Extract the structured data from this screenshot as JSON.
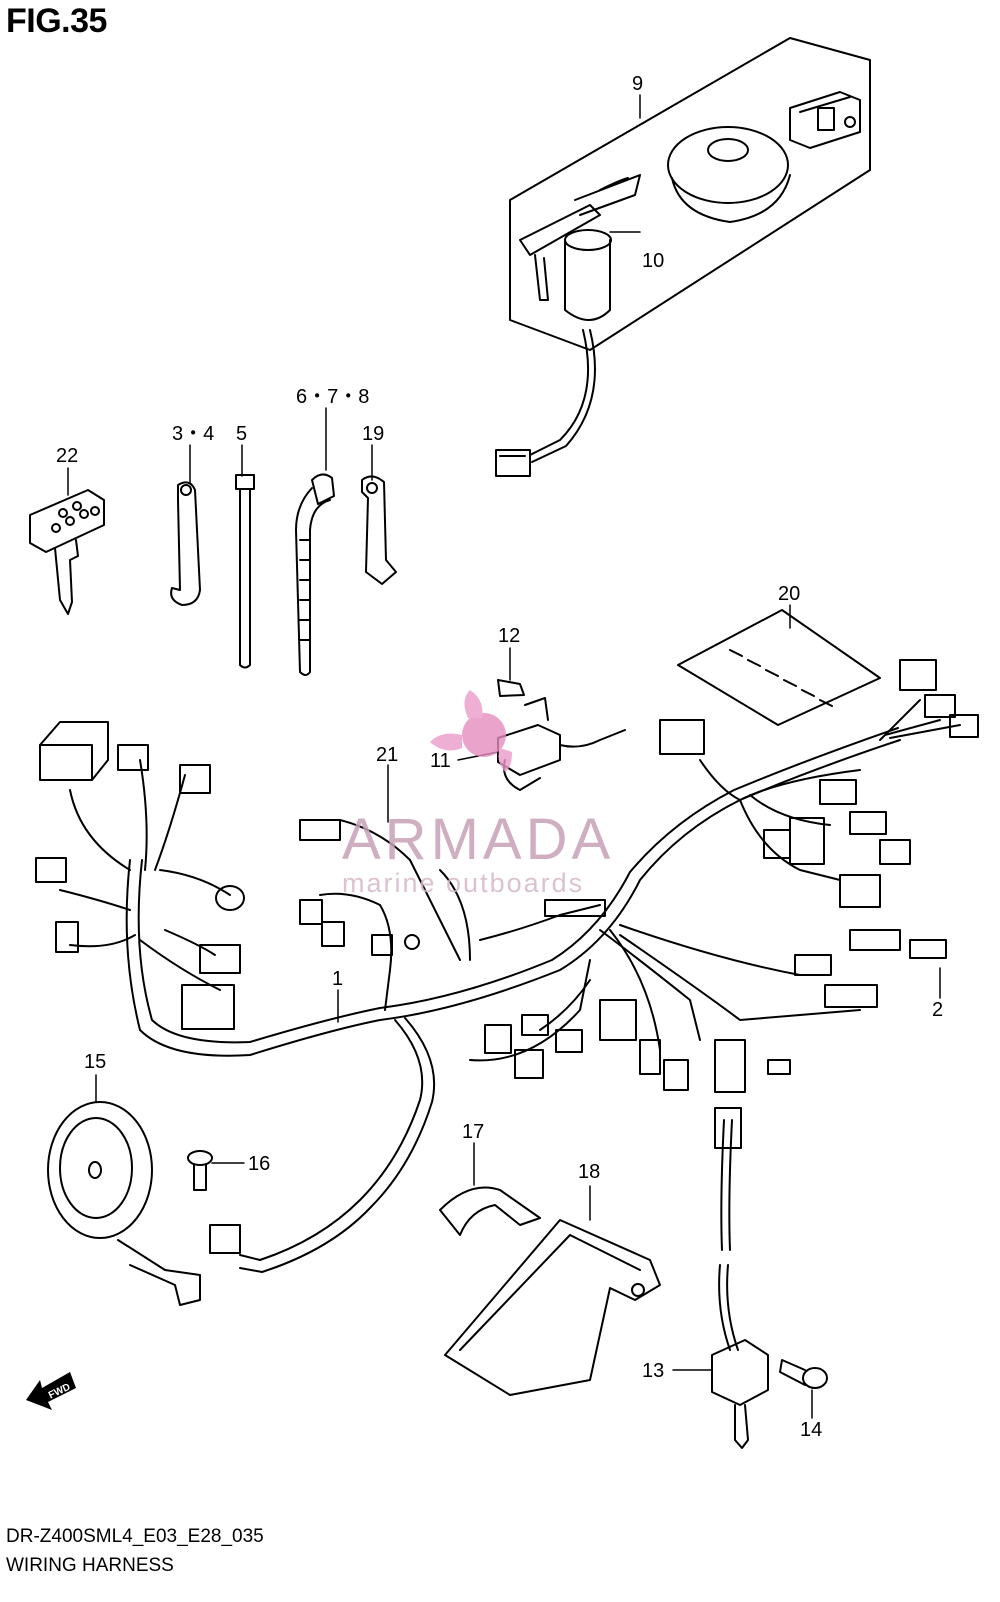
{
  "figure": {
    "title": "FIG.35",
    "code": "DR-Z400SML4_E03_E28_035",
    "name": "WIRING HARNESS",
    "fwd_label": "FWD"
  },
  "watermark": {
    "brand": "ARMADA",
    "tagline": "marine outboards",
    "color": "#d98fb8"
  },
  "parts": [
    {
      "id": "9",
      "label": "9"
    },
    {
      "id": "10",
      "label": "10"
    },
    {
      "id": "22",
      "label": "22"
    },
    {
      "id": "3-4",
      "label": "3・4"
    },
    {
      "id": "5",
      "label": "5"
    },
    {
      "id": "6-7-8",
      "label": "6・7・8"
    },
    {
      "id": "19",
      "label": "19"
    },
    {
      "id": "20",
      "label": "20"
    },
    {
      "id": "12",
      "label": "12"
    },
    {
      "id": "11",
      "label": "11"
    },
    {
      "id": "21",
      "label": "21"
    },
    {
      "id": "1",
      "label": "1"
    },
    {
      "id": "2",
      "label": "2"
    },
    {
      "id": "15",
      "label": "15"
    },
    {
      "id": "16",
      "label": "16"
    },
    {
      "id": "17",
      "label": "17"
    },
    {
      "id": "18",
      "label": "18"
    },
    {
      "id": "13",
      "label": "13"
    },
    {
      "id": "14",
      "label": "14"
    }
  ]
}
